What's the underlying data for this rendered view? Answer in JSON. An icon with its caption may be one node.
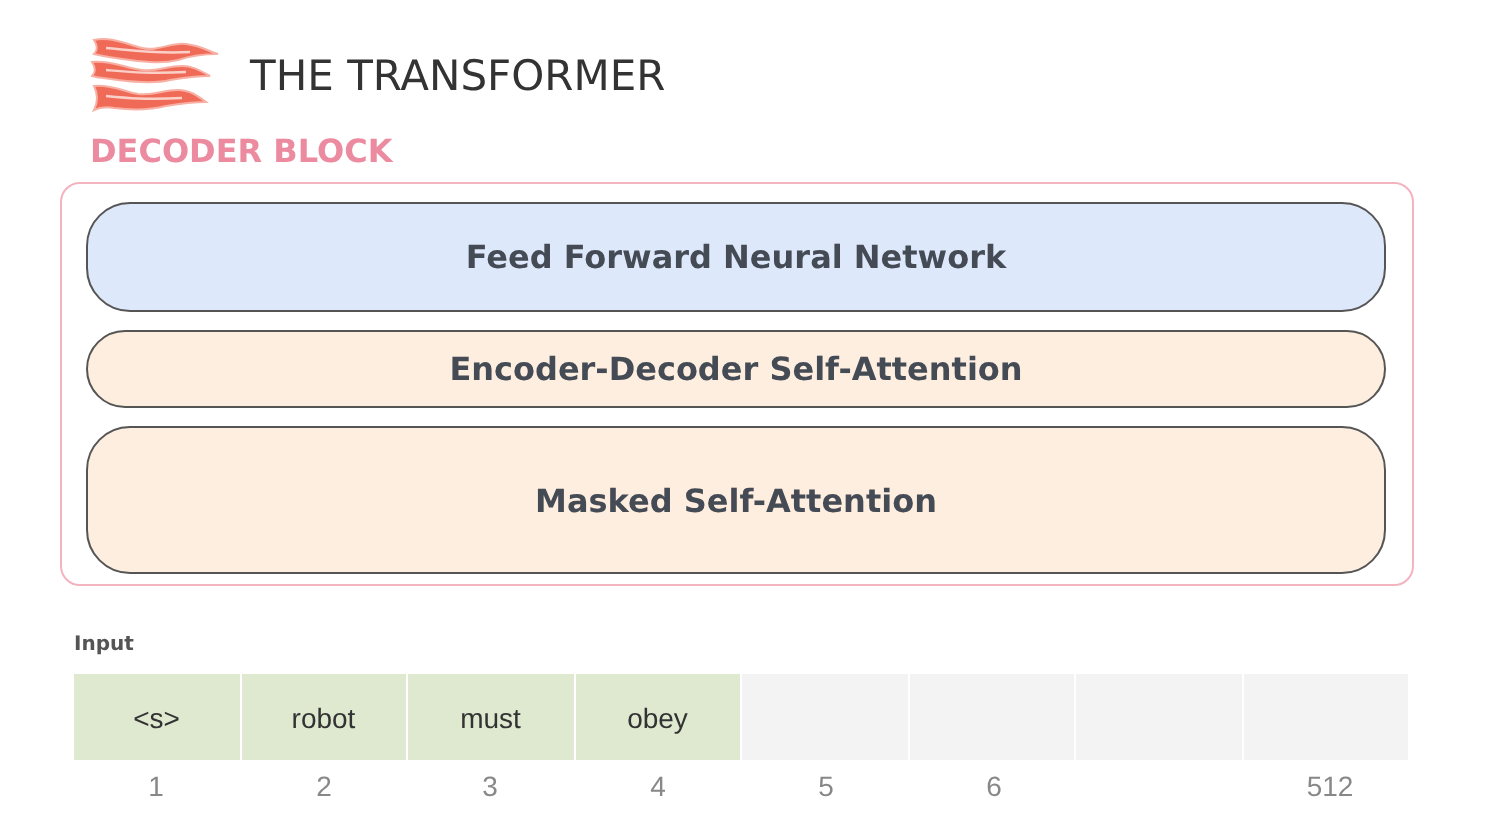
{
  "diagram": {
    "title": "THE TRANSFORMER",
    "nodes": [
      {
        "text": [
          "DECODER BLOCK"
        ]
      },
      {
        "text": [
          "Feed Forward Neural Network"
        ],
        "in": 0
      },
      {
        "text": [
          "Encoder-Decoder Self-Attention"
        ],
        "in": 0
      },
      {
        "text": [
          "Masked Self-Attention"
        ],
        "in": 0
      },
      {
        "text": [
          "Input"
        ]
      },
      {
        "text": [
          "<s>"
        ],
        "in": 4
      },
      {
        "text": [
          "robot"
        ],
        "in": 4
      },
      {
        "text": [
          "must"
        ],
        "in": 4
      },
      {
        "text": [
          "obey"
        ],
        "in": 4
      },
      {
        "text": [],
        "shape": "box",
        "in": 4
      },
      {
        "text": [],
        "shape": "box",
        "in": 4
      },
      {
        "text": [],
        "shape": "box",
        "in": 4
      },
      {
        "text": [],
        "shape": "box",
        "in": 4
      }
    ],
    "labels": [
      "1",
      "2",
      "3",
      "4",
      "5",
      "6",
      "512"
    ]
  }
}
